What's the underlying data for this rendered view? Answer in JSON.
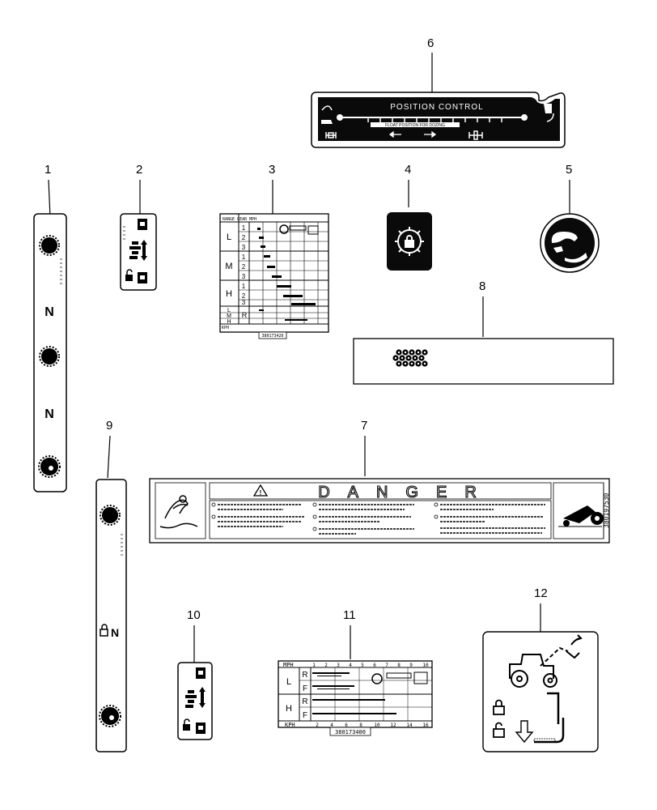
{
  "callouts": [
    "1",
    "2",
    "3",
    "4",
    "5",
    "6",
    "7",
    "8",
    "9",
    "10",
    "11",
    "12"
  ],
  "decal_6": {
    "title": "POSITION CONTROL",
    "subtitle": "FLOAT POSITION FOR DOZING"
  },
  "decal_1": {
    "letters": [
      "N",
      "N"
    ]
  },
  "decal_9": {
    "letter": "N"
  },
  "decal_3": {
    "header": "RANGE GEAR MPH",
    "ranges": [
      "L",
      "M",
      "H",
      "L",
      "M",
      "H"
    ],
    "gears": [
      "1",
      "2",
      "3",
      "1",
      "2",
      "3",
      "1",
      "2",
      "3"
    ],
    "reverse": "R",
    "footer": "KPH",
    "part_number": "380173426"
  },
  "decal_7": {
    "title": "DANGER",
    "part_number": "380197530"
  },
  "decal_11": {
    "header": "MPH",
    "mph_ticks": [
      "1",
      "2",
      "3",
      "4",
      "5",
      "6",
      "7",
      "8",
      "9",
      "10"
    ],
    "ranges": [
      "L",
      "H"
    ],
    "rows": [
      "R",
      "F",
      "R",
      "F"
    ],
    "footer": "KPH",
    "kph_ticks": [
      "2",
      "4",
      "6",
      "8",
      "10",
      "12",
      "14",
      "16"
    ],
    "part_number": "380173400"
  }
}
